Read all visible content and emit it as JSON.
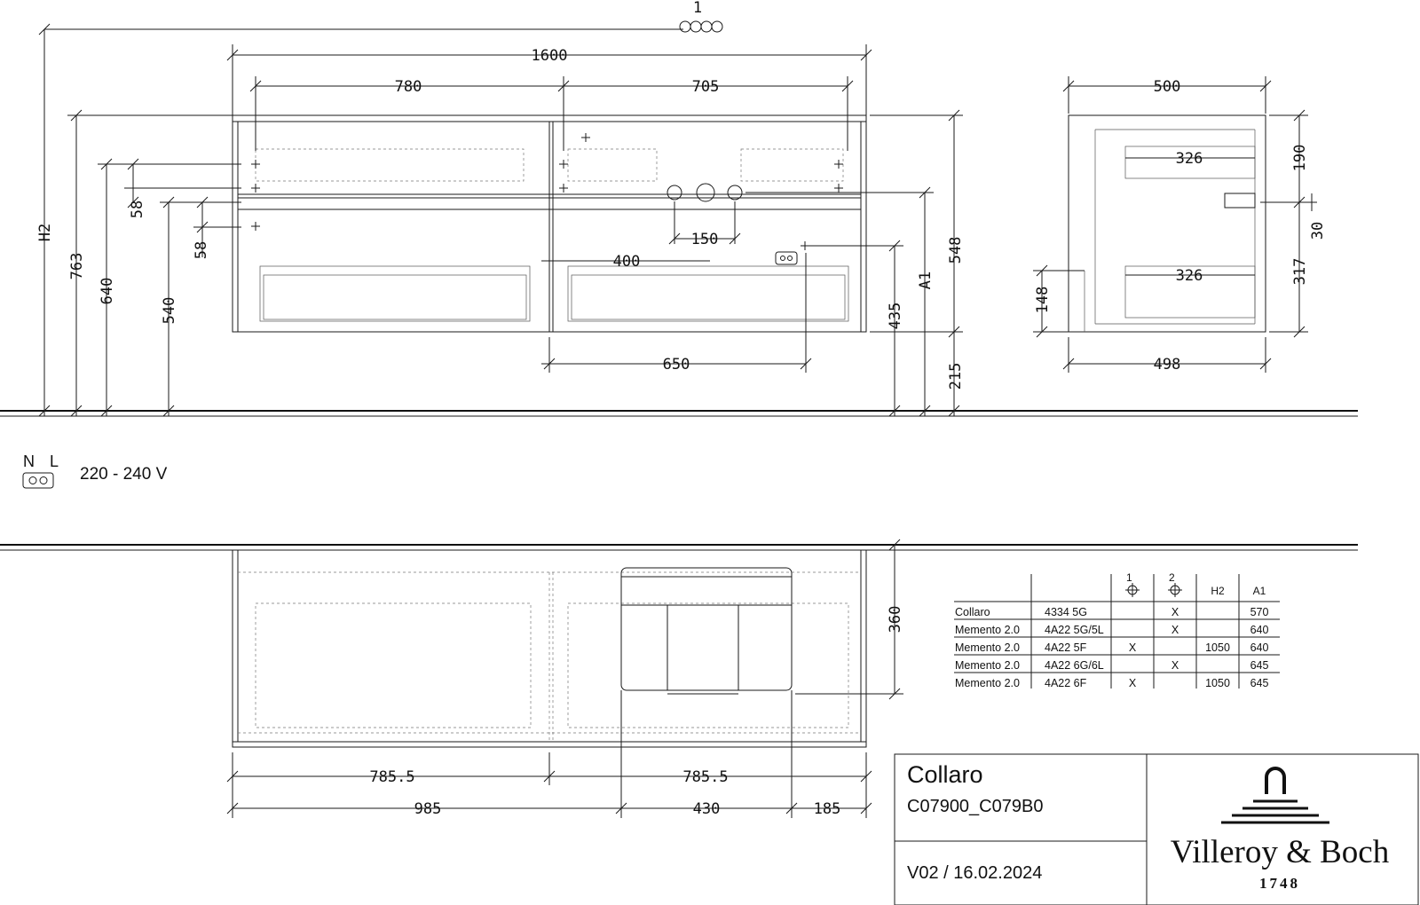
{
  "dimensions": {
    "top_marker": "1",
    "overall_width": "1600",
    "left_basin_offset": "780",
    "right_basin_offset": "705",
    "side_depth": "500",
    "side_bottom_depth": "498",
    "side_upper_inner": "326",
    "side_lower_inner": "326",
    "side_190": "190",
    "side_30": "30",
    "side_317": "317",
    "side_148": "148",
    "tap_spacing": "150",
    "socket_offset": "400",
    "drawer_650": "650",
    "h_435": "435",
    "h_548": "548",
    "h_215": "215",
    "label_A1": "A1",
    "label_H2": "H2",
    "h_763": "763",
    "h_640": "640",
    "h_540": "540",
    "gap_58_a": "58",
    "gap_58_b": "58",
    "plan_360": "360",
    "plan_785_left": "785.5",
    "plan_785_right": "785.5",
    "plan_985": "985",
    "plan_430": "430",
    "plan_185": "185"
  },
  "electrical": {
    "n_label": "N",
    "l_label": "L",
    "voltage": "220 - 240 V"
  },
  "table": {
    "headers": [
      "",
      "",
      "1",
      "2",
      "H2",
      "A1"
    ],
    "rows": [
      [
        "Collaro",
        "4334 5G",
        "",
        "X",
        "",
        "570"
      ],
      [
        "Memento 2.0",
        "4A22 5G/5L",
        "",
        "X",
        "",
        "640"
      ],
      [
        "Memento 2.0",
        "4A22 5F",
        "X",
        "",
        "1050",
        "640"
      ],
      [
        "Memento 2.0",
        "4A22 6G/6L",
        "",
        "X",
        "",
        "645"
      ],
      [
        "Memento 2.0",
        "4A22 6F",
        "X",
        "",
        "1050",
        "645"
      ]
    ]
  },
  "title_block": {
    "product": "Collaro",
    "code": "C07900_C079B0",
    "version": "V02 / 16.02.2024",
    "brand": "Villeroy & Boch",
    "year": "1748"
  }
}
